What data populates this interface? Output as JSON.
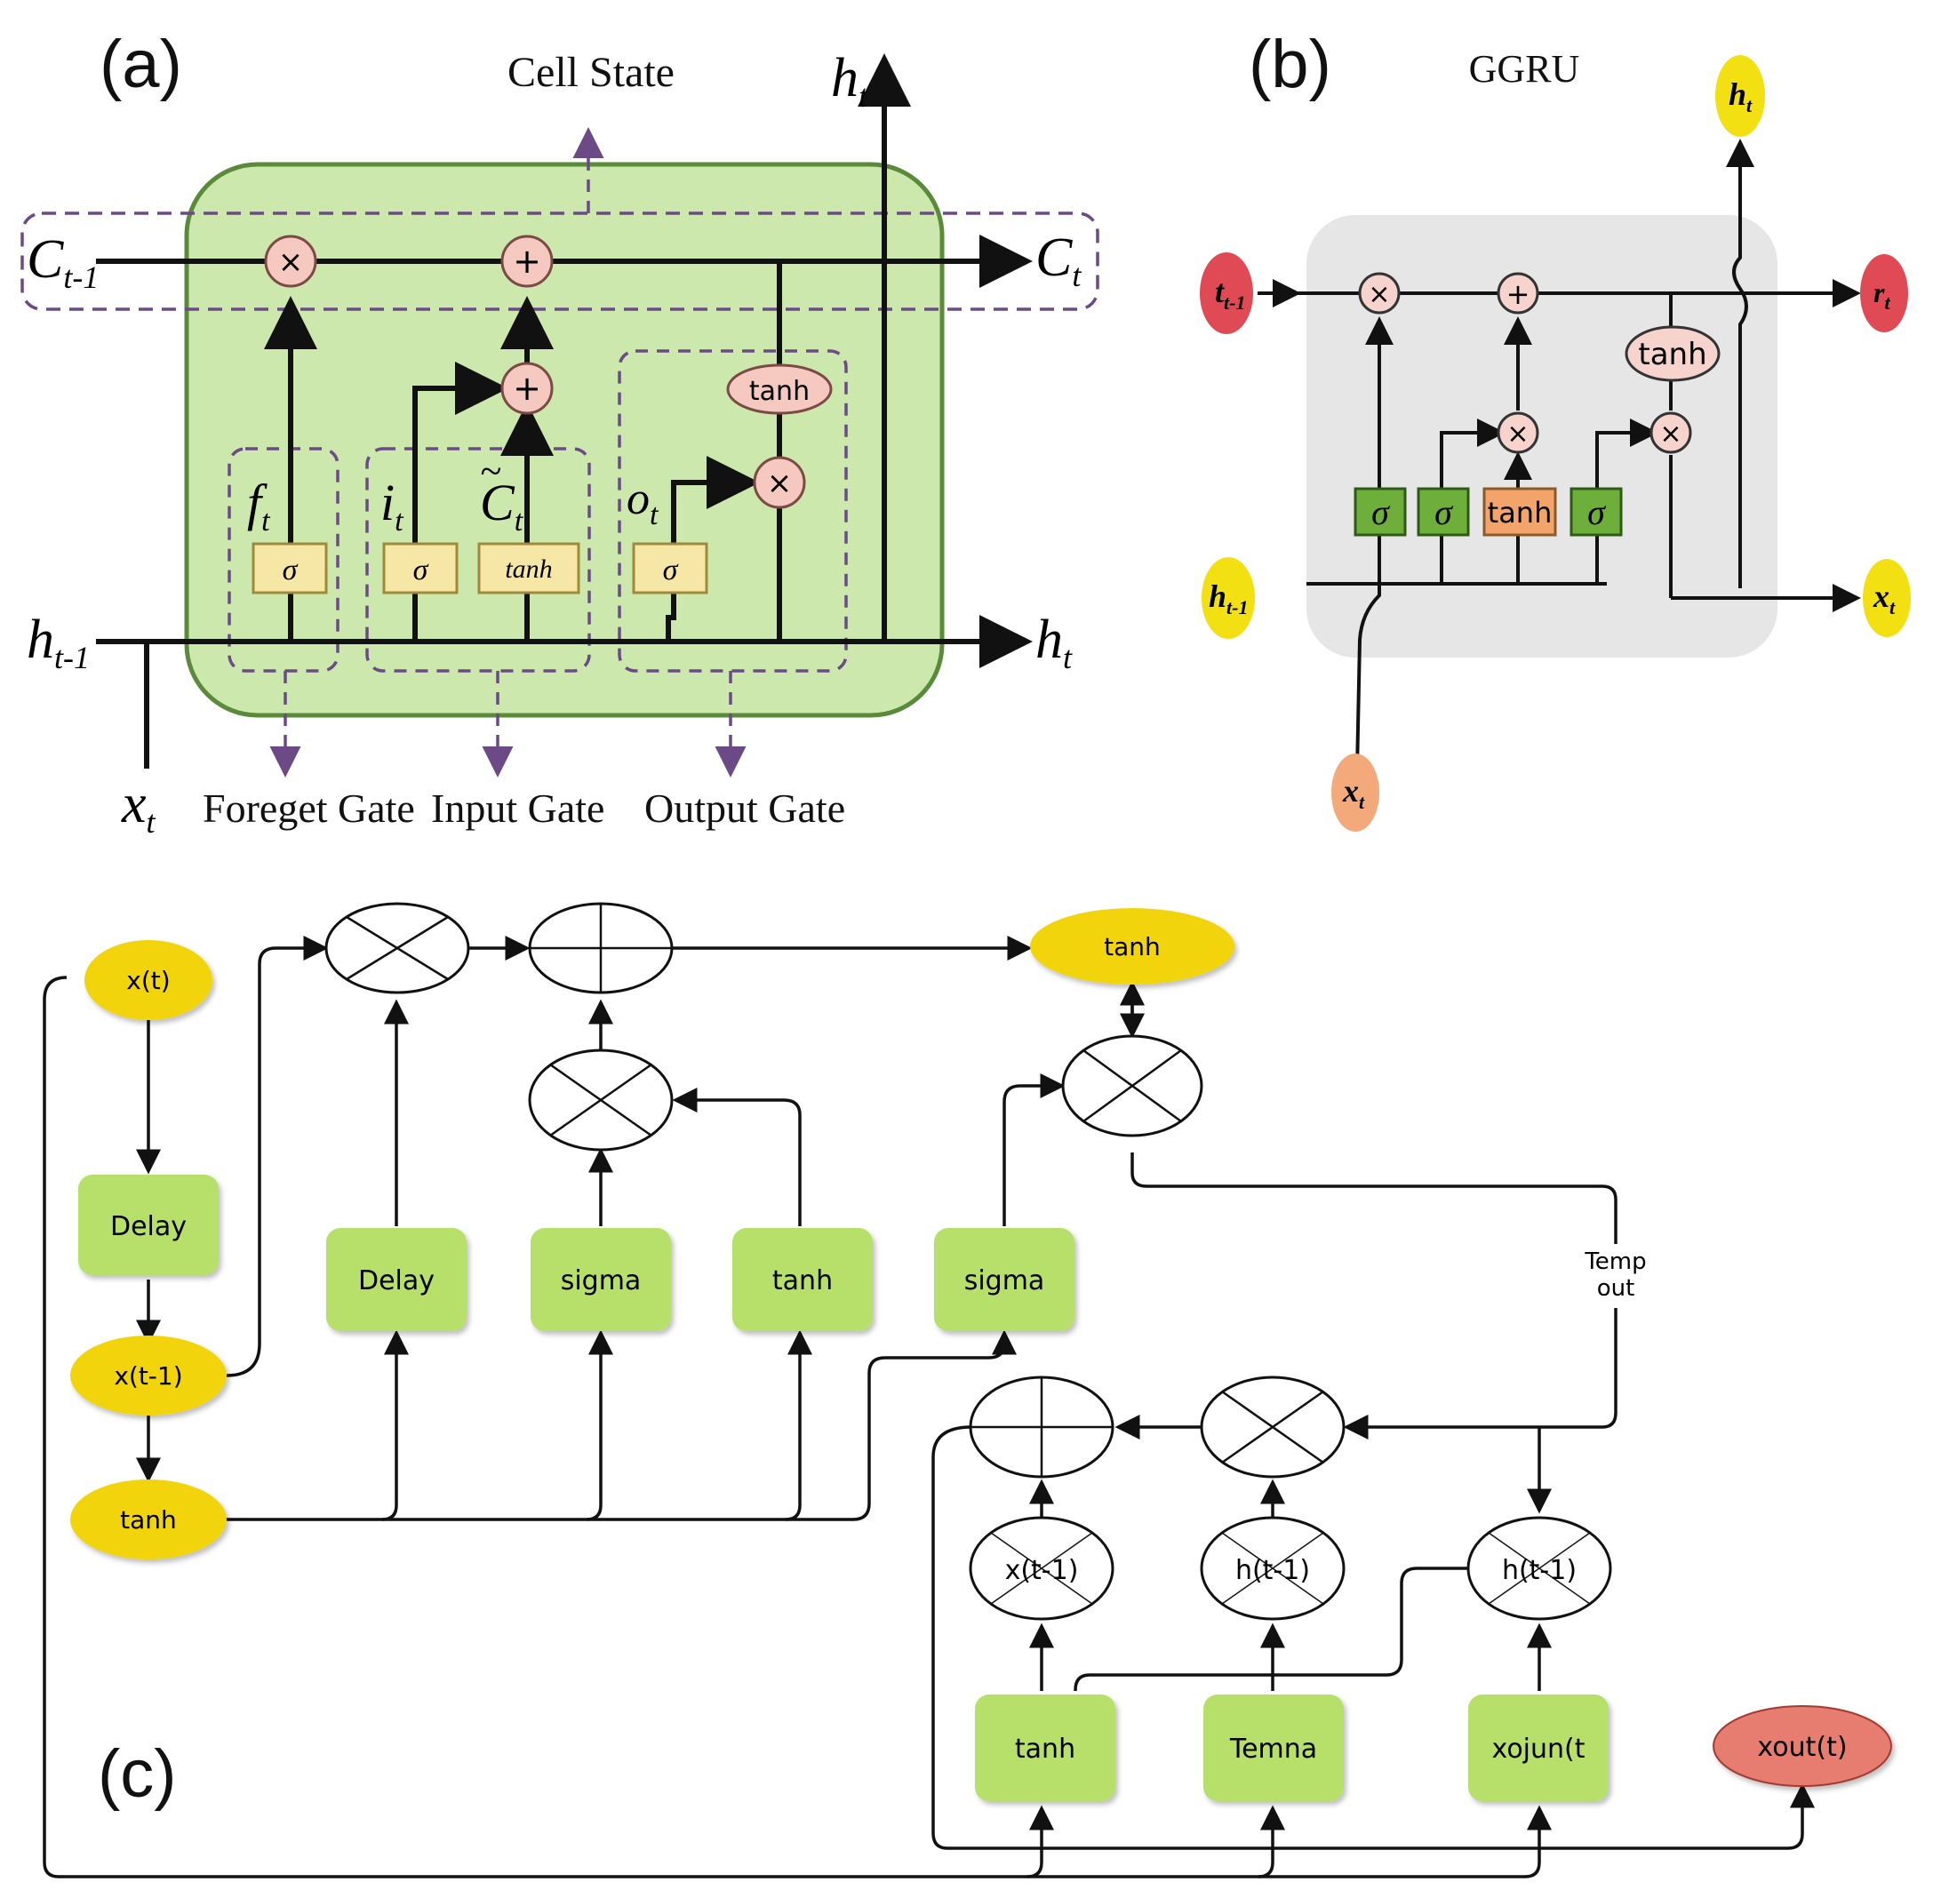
{
  "panel_a": {
    "tag": "(a)",
    "cell_state": "Cell State",
    "c_prev": "C",
    "c_prev_sub": "t-1",
    "c_next": "C",
    "c_next_sub": "t",
    "h_prev": "h",
    "h_prev_sub": "t-1",
    "h_out": "h",
    "h_out_sub": "t",
    "h_top": "h",
    "h_top_sub": "t",
    "x_in": "x",
    "x_in_sub": "t",
    "mult": "×",
    "plus": "+",
    "tanh_node": "tanh",
    "f_label": "f",
    "f_sub": "t",
    "i_label": "i",
    "i_sub": "t",
    "c_tilde": "C",
    "c_tilde_sub": "t",
    "tilde": "~",
    "o_label": "o",
    "o_sub": "t",
    "sigma": "σ",
    "tanh_box": "tanh",
    "forget_gate": "Foreget Gate",
    "input_gate": "Input Gate",
    "output_gate": "Output Gate",
    "colors": {
      "cell_fill": "#cde8ad",
      "cell_stroke": "#5b8a3a",
      "gate_dash": "#6b4a86",
      "op_fill": "#f6c9c0",
      "box_fill": "#f7e7a6",
      "box_stroke": "#a08a3a"
    }
  },
  "panel_b": {
    "tag": "(b)",
    "title": "GGRU",
    "h_top": "h",
    "h_top_sub": "t",
    "t_prev": "t",
    "t_prev_sub": "t-1",
    "r_out": "r",
    "r_out_sub": "t",
    "h_prev": "h",
    "h_prev_sub": "t-1",
    "x_out": "x",
    "x_out_sub": "t",
    "x_in": "x",
    "x_in_sub": "t",
    "mult": "×",
    "plus": "+",
    "tanh_node": "tanh",
    "sigma": "σ",
    "tanh_box": "tanh",
    "colors": {
      "bg": "#e6e6e6",
      "red": "#e04a55",
      "yellow": "#f2e012",
      "orange": "#f4a97a",
      "green_box": "#6eae3a",
      "orange_box": "#f2a46b"
    }
  },
  "panel_c": {
    "tag": "(c)",
    "x_t": "x(t)",
    "delay1": "Delay",
    "x_t1": "x(t-1)",
    "tanh_in": "tanh",
    "delay2": "Delay",
    "sigma1": "sigma",
    "tanh_box": "tanh",
    "sigma2": "sigma",
    "tanh_top": "tanh",
    "temp_out_1": "Temp",
    "temp_out_2": "out",
    "node_x": "x(t-1)",
    "node_h1": "h(t-1)",
    "node_h2": "h(t-1)",
    "box_tanh": "tanh",
    "box_temna": "Temna",
    "box_xojun": "xojun(t",
    "xout": "xout(t)",
    "colors": {
      "yellow": "#f2d40f",
      "green": "#b7e06a",
      "red": "#e77b70"
    }
  }
}
